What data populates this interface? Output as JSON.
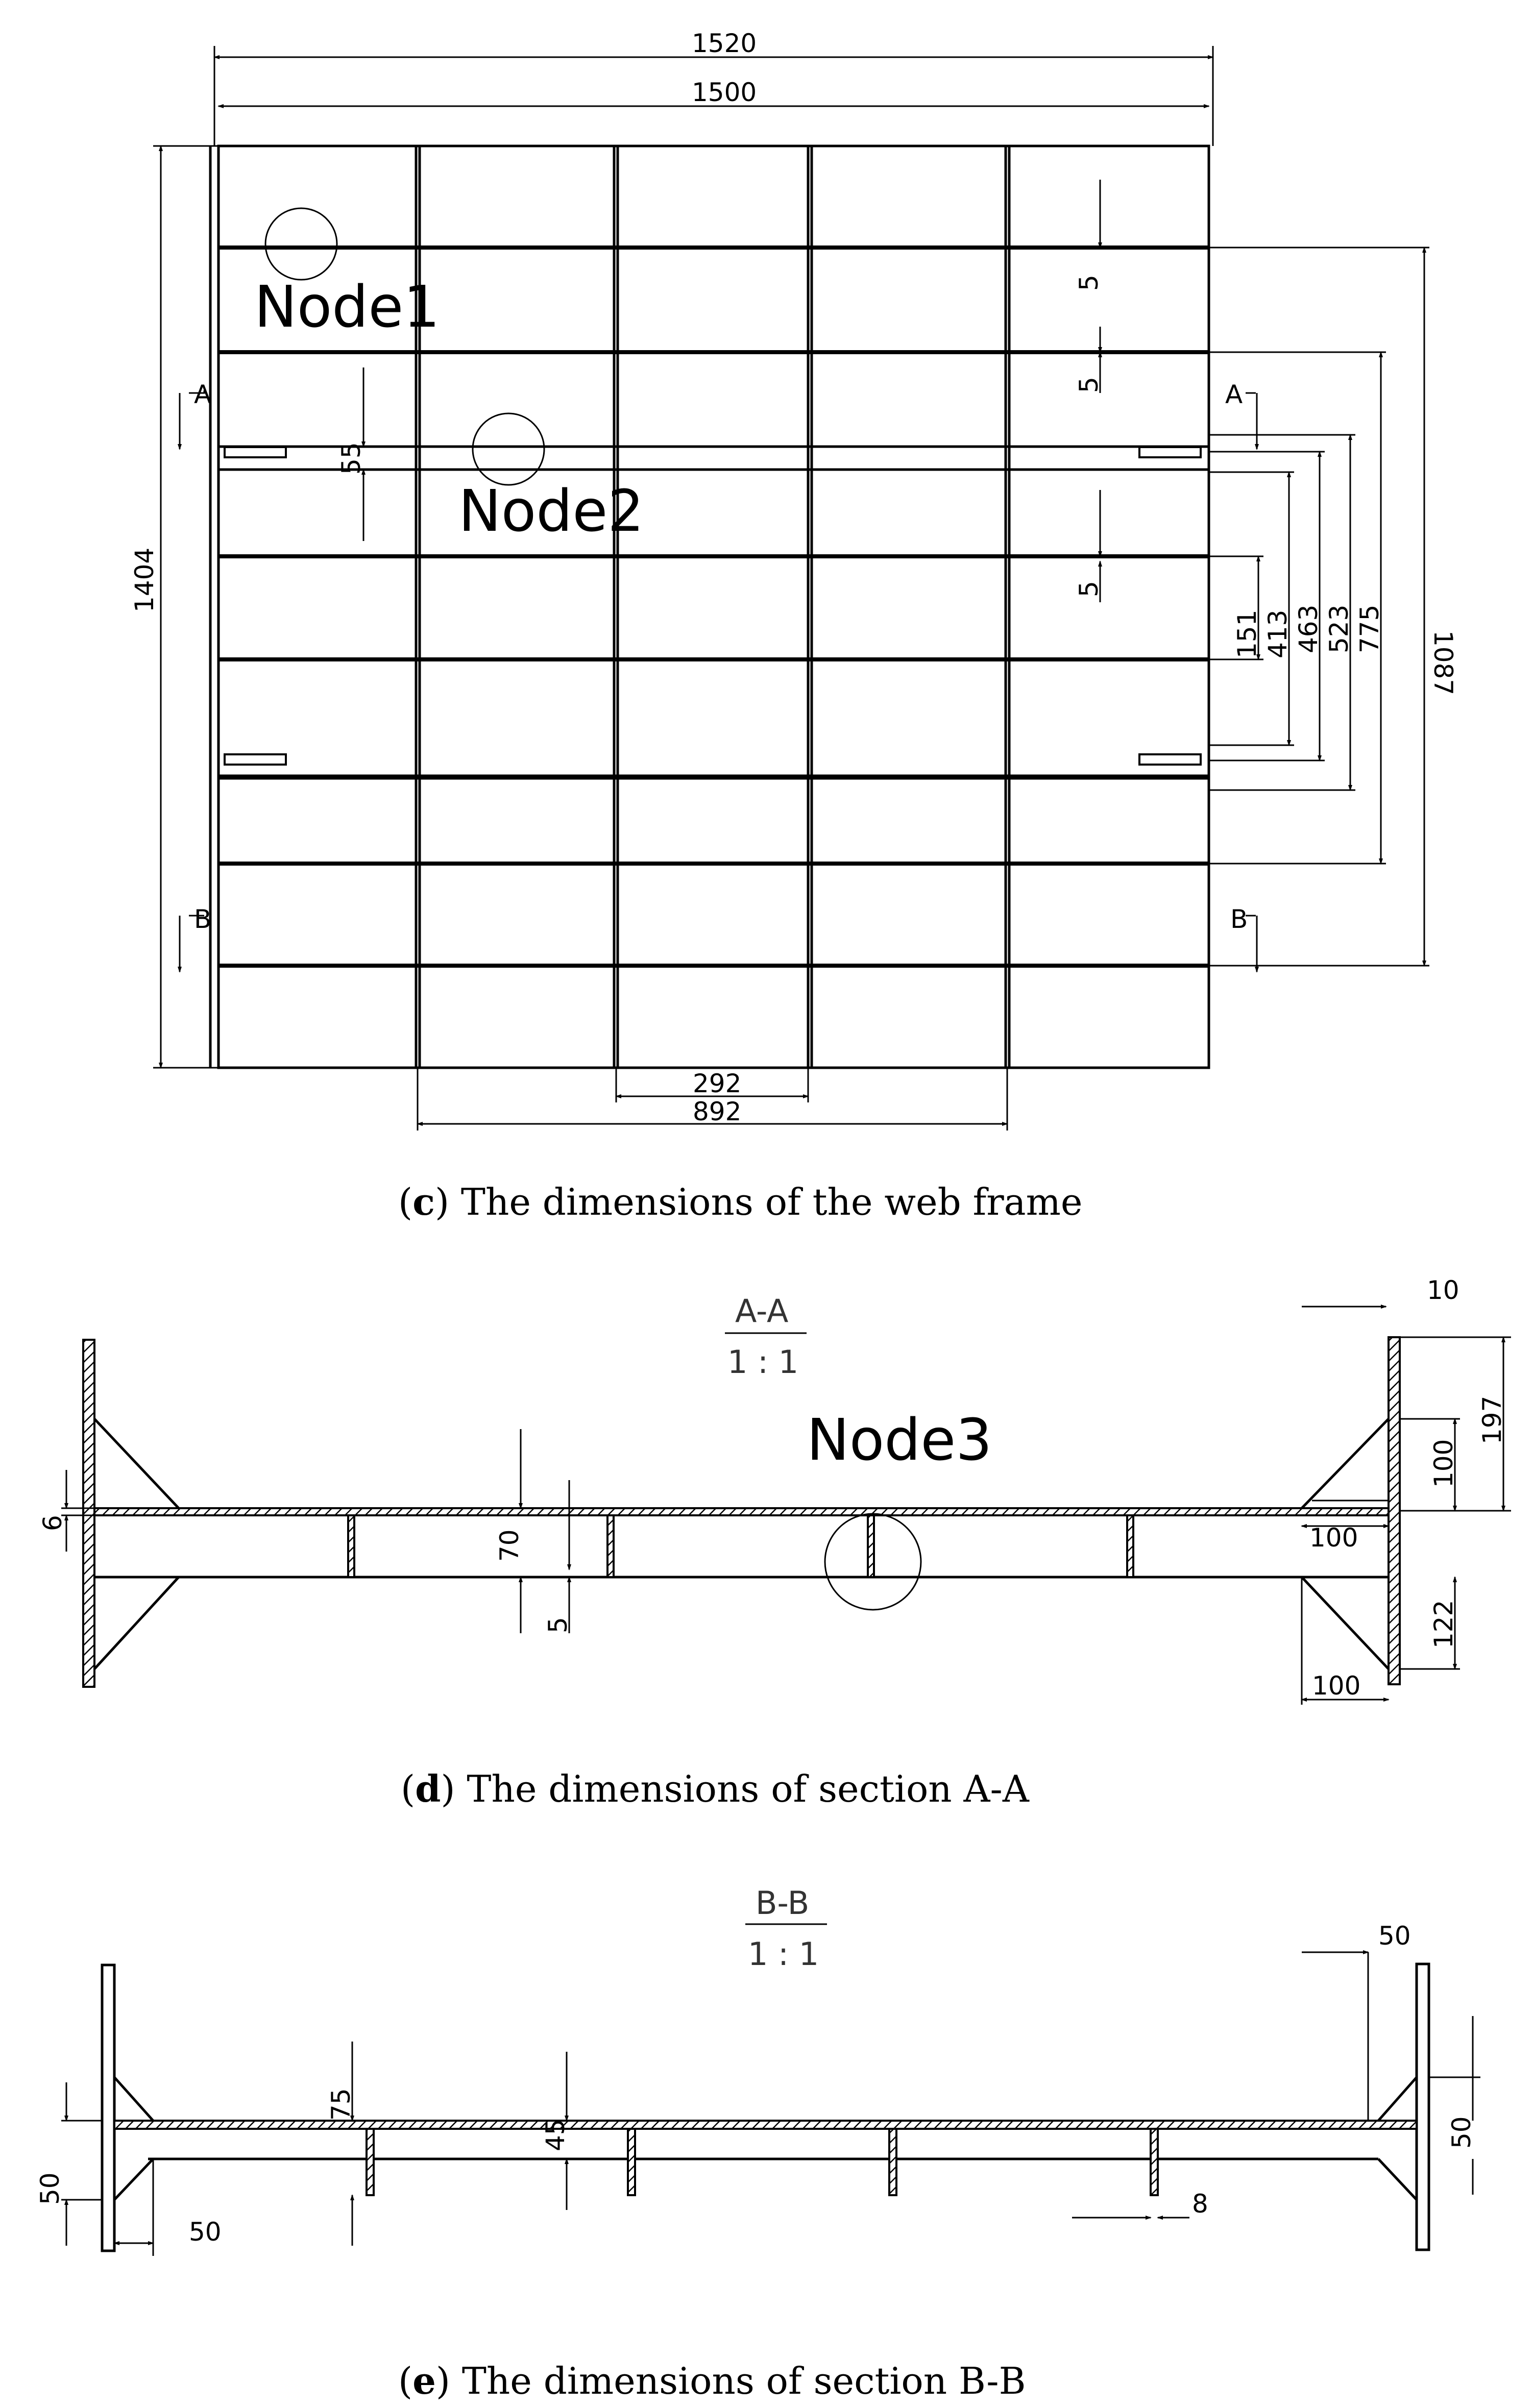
{
  "web_frame": {
    "dim_1520": "1520",
    "dim_1500": "1500",
    "dim_1404": "1404",
    "dim_1087": "1087",
    "dim_775": "775",
    "dim_523": "523",
    "dim_463": "463",
    "dim_413": "413",
    "dim_151": "151",
    "dim_55": "55",
    "dim_5a": "5",
    "dim_5b": "5",
    "dim_5c": "5",
    "dim_292": "292",
    "dim_892": "892",
    "node1": "Node1",
    "node2": "Node2",
    "sec_a": "A",
    "sec_b": "B",
    "caption_letter": "c",
    "caption_text": " The dimensions of the web frame"
  },
  "section_aa": {
    "title": "A-A",
    "scale": "1 : 1",
    "node3": "Node3",
    "dim_10": "10",
    "dim_197": "197",
    "dim_100_v": "100",
    "dim_100_h1": "100",
    "dim_100_h2": "100",
    "dim_122": "122",
    "dim_6": "6",
    "dim_70": "70",
    "dim_5": "5",
    "caption_letter": "d",
    "caption_text": " The dimensions of section A-A"
  },
  "section_bb": {
    "title": "B-B",
    "scale": "1 : 1",
    "dim_50_top": "50",
    "dim_50_right": "50",
    "dim_50_left": "50",
    "dim_50_bottom": "50",
    "dim_75": "75",
    "dim_45": "45",
    "dim_8": "8",
    "caption_letter": "e",
    "caption_text": " The dimensions of section B-B"
  }
}
